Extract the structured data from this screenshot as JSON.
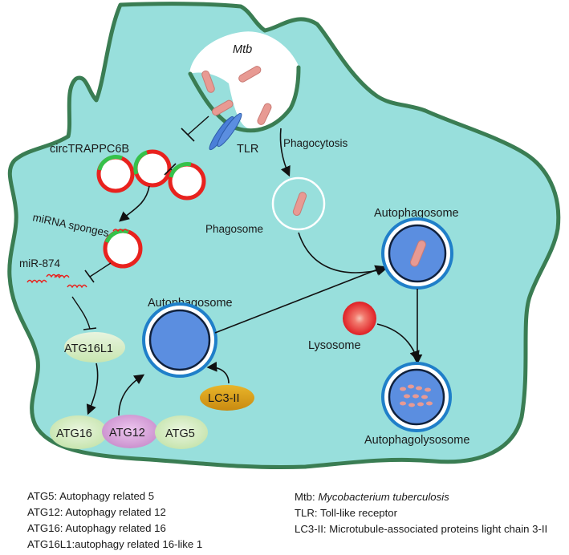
{
  "labels": {
    "mtb": "Mtb",
    "tlr": "TLR",
    "phagocytosis": "Phagocytosis",
    "phagosome": "Phagosome",
    "circ": "circTRAPPC6B",
    "mirna_sponges": "miRNA sponges",
    "mir874": "miR-874",
    "atg16l1": "ATG16L1",
    "atg16": "ATG16",
    "atg12": "ATG12",
    "atg5": "ATG5",
    "lc3": "LC3-II",
    "autophagosome_center": "Autophagosome",
    "autophagosome_right": "Autophagosome",
    "lysosome": "Lysosome",
    "autophagolysosome": "Autophagolysosome"
  },
  "legend_left": [
    "ATG5: Autophagy related 5",
    "ATG12: Autophagy related 12",
    "ATG16: Autophagy related 16",
    "ATG16L1:autophagy related 16-like 1"
  ],
  "legend_right": {
    "mtb_abbr": "Mtb: ",
    "mtb_full": "Mycobacterium tuberculosis",
    "tlr": "TLR: Toll-like receptor",
    "lc3": "LC3-II: Microtubule-associated proteins light chain 3-II"
  },
  "colors": {
    "cell_fill": "#98dfdc",
    "cell_stroke": "#3a7d53",
    "autophagosome_fill": "#5b8ee0",
    "ring_outer": "#1f7fc9",
    "bacteria": "#e89a93",
    "circ_red": "#e8221e",
    "circ_green": "#35c24a",
    "lc3_fill": "#d79c14",
    "atg12_fill": "#d49bd6",
    "atg_green": "#cfe7b9",
    "lysosome": "#e8262a"
  }
}
